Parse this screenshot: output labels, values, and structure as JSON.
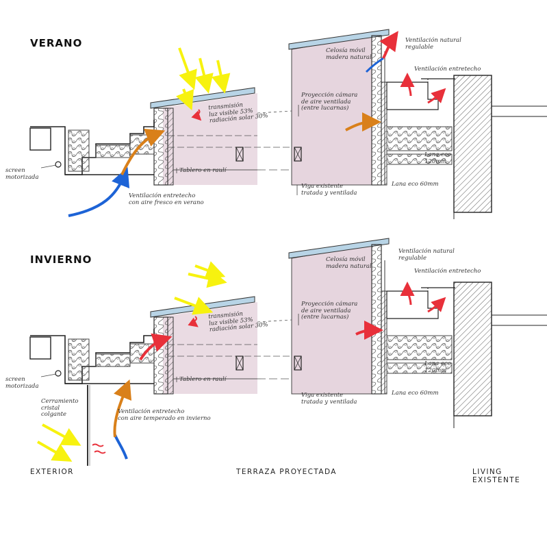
{
  "sections": {
    "summer": {
      "heading": "VERANO",
      "notes": {
        "screen": "screen\nmotorizada",
        "transmission": "transmisión\nluz visible 53%\nradiación solar 30%",
        "board": "Tablero en raulí",
        "ventilation_fresh": "Ventilación entretecho\ncon aire fresco en verano",
        "louver": "Celosía móvil\nmadera natural",
        "ventilation_natural": "Ventilación natural\nregulable",
        "ventilation_attic": "Ventilación entretecho",
        "projection": "Proyección cámara\nde aire ventilada\n(entre lucarnas)",
        "beam": "Viga existente\ntratada y ventilada",
        "wool_120": "Lana eco\n120mm",
        "wool_60": "Lana eco 60mm"
      }
    },
    "winter": {
      "heading": "INVIERNO",
      "notes": {
        "screen": "screen\nmotorizada",
        "glass": "Cerramiento\ncristal\ncolgante",
        "transmission": "transmisión\nluz visible 53%\nradiación solar 30%",
        "board": "Tablero en raulí",
        "ventilation_tempered": "Ventilación entretecho\ncon aire temperado en invierno",
        "louver": "Celosía móvil\nmadera natural",
        "ventilation_natural": "Ventilación natural\nregulable",
        "ventilation_attic": "Ventilación entretecho",
        "projection": "Proyección cámara\nde aire ventilada\n(entre lucarnas)",
        "beam": "Viga existente\ntratada y ventilada",
        "wool_120": "Lana eco\n120mm",
        "wool_60": "Lana eco 60mm"
      }
    }
  },
  "zones": {
    "exterior": "EXTERIOR",
    "terrace": "TERRAZA PROYECTADA",
    "living": "LIVING EXISTENTE"
  },
  "colors": {
    "sun": "#f7f20f",
    "heat": "#e8303a",
    "cool": "#1d63d6",
    "warm": "#d9801a",
    "interior_fill": "#eadbe3",
    "roof": "#b8d4e6",
    "ink": "#333333"
  }
}
